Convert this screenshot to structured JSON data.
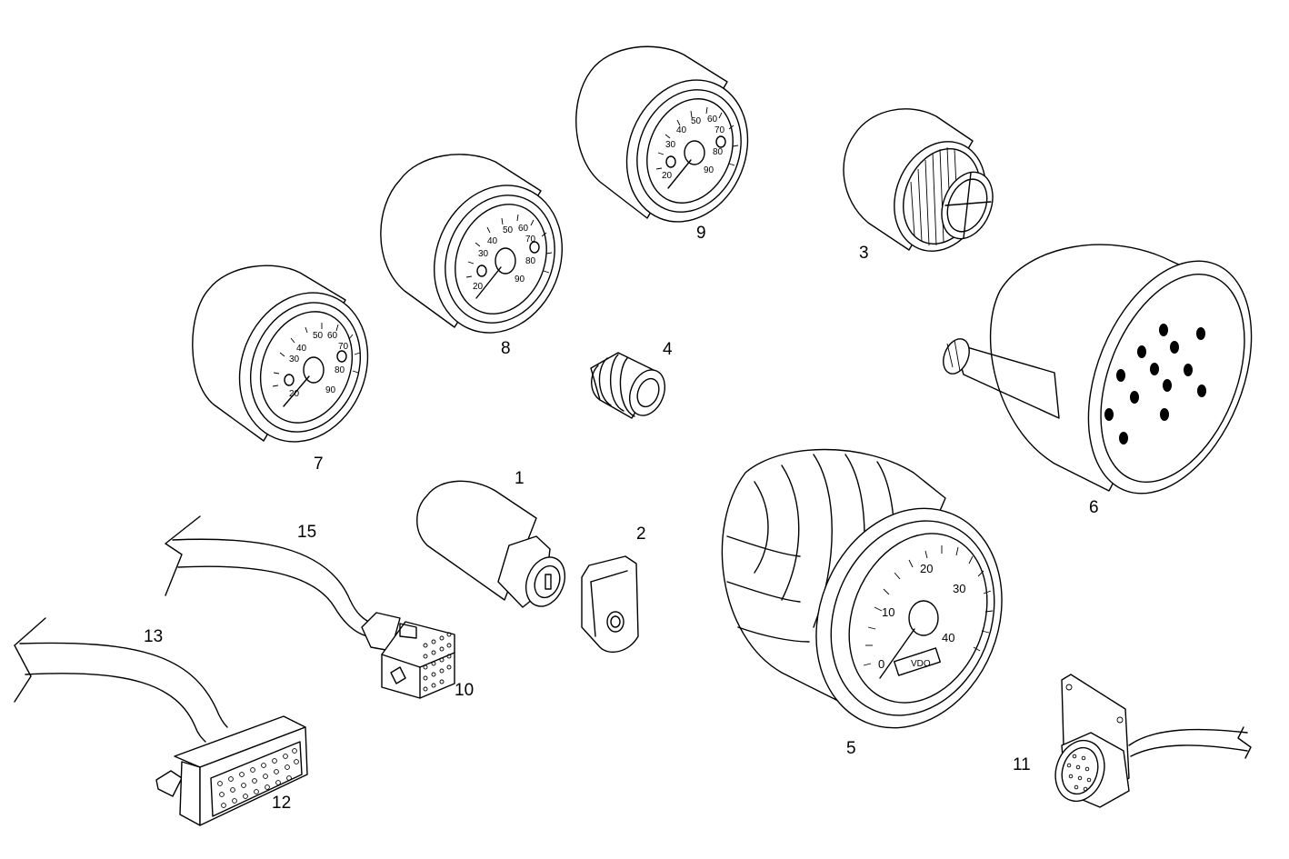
{
  "part_labels": {
    "p1": "1",
    "p2": "2",
    "p3": "3",
    "p4": "4",
    "p5": "5",
    "p6": "6",
    "p7": "7",
    "p8": "8",
    "p9": "9",
    "p10": "10",
    "p11": "11",
    "p12": "12",
    "p13": "13",
    "p15": "15"
  },
  "gauge_scale": [
    "20",
    "30",
    "40",
    "50",
    "60",
    "70",
    "80",
    "90"
  ],
  "speedo_scale": [
    "0",
    "10",
    "20",
    "30",
    "40"
  ],
  "speedo_readout": "VDO",
  "line_color": "#000000",
  "background_color": "#ffffff"
}
